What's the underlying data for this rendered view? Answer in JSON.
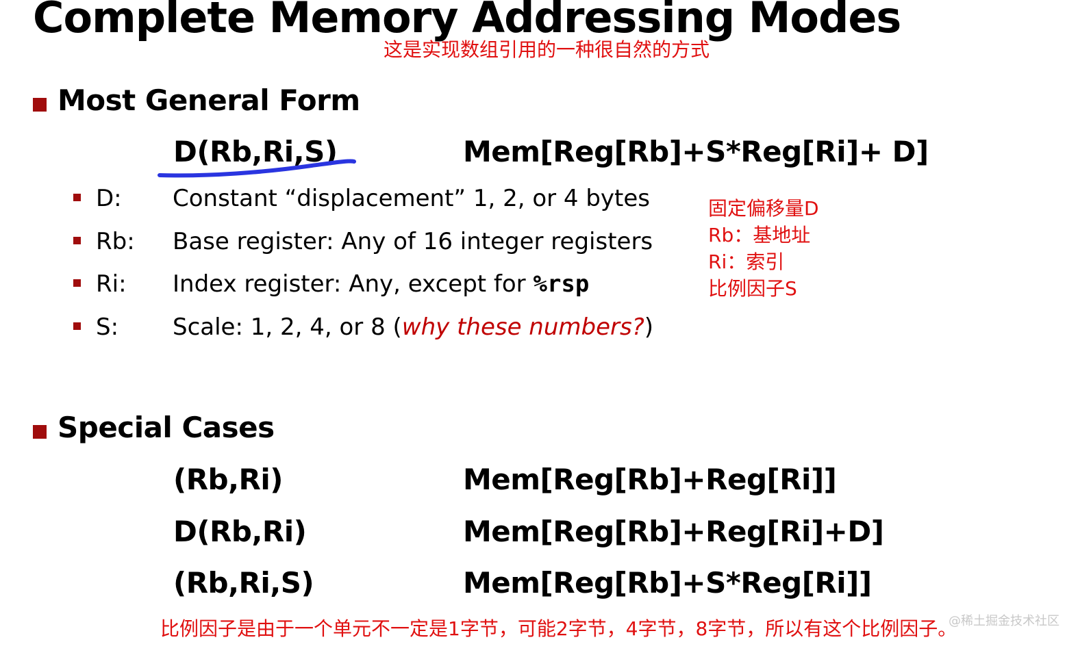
{
  "title": "Complete Memory Addressing Modes",
  "title_annotation": "这是实现数组引用的一种很自然的方式",
  "general": {
    "heading": "Most General Form",
    "syntax": "D(Rb,Ri,S)",
    "meaning": "Mem[Reg[Rb]+S*Reg[Ri]+ D]",
    "items": [
      {
        "term": "D:",
        "desc": "Constant “displacement” 1, 2, or 4 bytes"
      },
      {
        "term": "Rb:",
        "desc": "Base register: Any of 16 integer registers"
      },
      {
        "term": "Ri:",
        "desc": "Index register: Any, except for ",
        "code": "%rsp"
      },
      {
        "term": "S:",
        "desc": "Scale: 1, 2, 4, or 8 (",
        "highlight": "why these numbers?",
        "tail": ")"
      }
    ],
    "side_notes": [
      "固定偏移量D",
      "Rb：基地址",
      "Ri：索引",
      "比例因子S"
    ]
  },
  "special": {
    "heading": "Special Cases",
    "rows": [
      {
        "syntax": "(Rb,Ri)",
        "meaning": "Mem[Reg[Rb]+Reg[Ri]]"
      },
      {
        "syntax": "D(Rb,Ri)",
        "meaning": "Mem[Reg[Rb]+Reg[Ri]+D]"
      },
      {
        "syntax": "(Rb,Ri,S)",
        "meaning": "Mem[Reg[Rb]+S*Reg[Ri]]"
      }
    ]
  },
  "footer_annotation": "比例因子是由于一个单元不一定是1字节，可能2字节，4字节，8字节，所以有这个比例因子。",
  "watermark": "@稀土掘金技术社区",
  "colors": {
    "accent": "#a00d0d",
    "annotation": "#e01010",
    "underline": "#2a35e0"
  }
}
